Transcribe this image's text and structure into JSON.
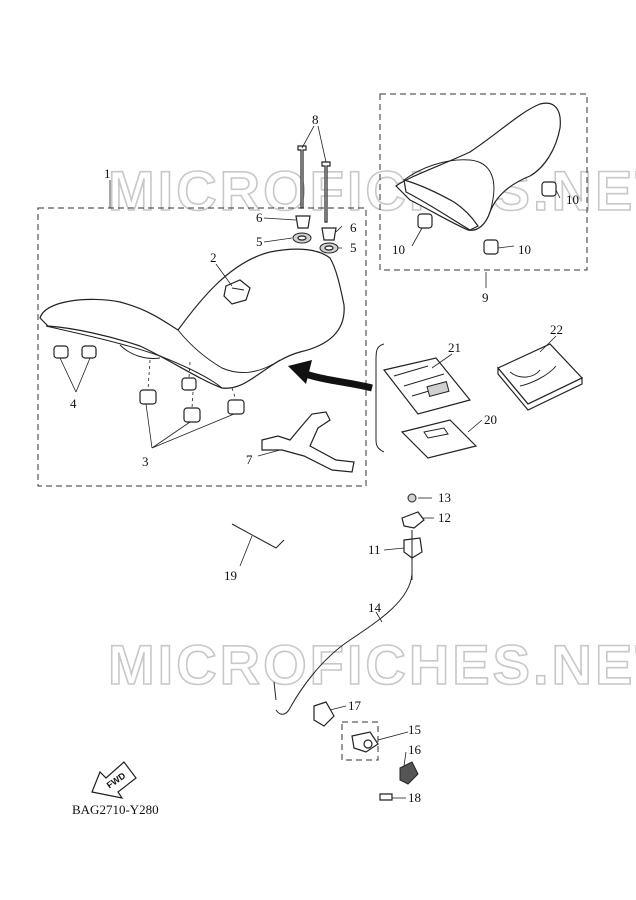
{
  "watermark": "MICROFICHES.NET",
  "diagram_code": "BAG2710-Y280",
  "fwd_label": "FWD",
  "callouts": {
    "c1": "1",
    "c2": "2",
    "c3": "3",
    "c4": "4",
    "c5a": "5",
    "c5b": "5",
    "c6a": "6",
    "c6b": "6",
    "c7": "7",
    "c8": "8",
    "c9": "9",
    "c10a": "10",
    "c10b": "10",
    "c10c": "10",
    "c11": "11",
    "c12": "12",
    "c13": "13",
    "c14": "14",
    "c15": "15",
    "c16": "16",
    "c17": "17",
    "c18": "18",
    "c19": "19",
    "c20": "20",
    "c21": "21",
    "c22": "22"
  }
}
